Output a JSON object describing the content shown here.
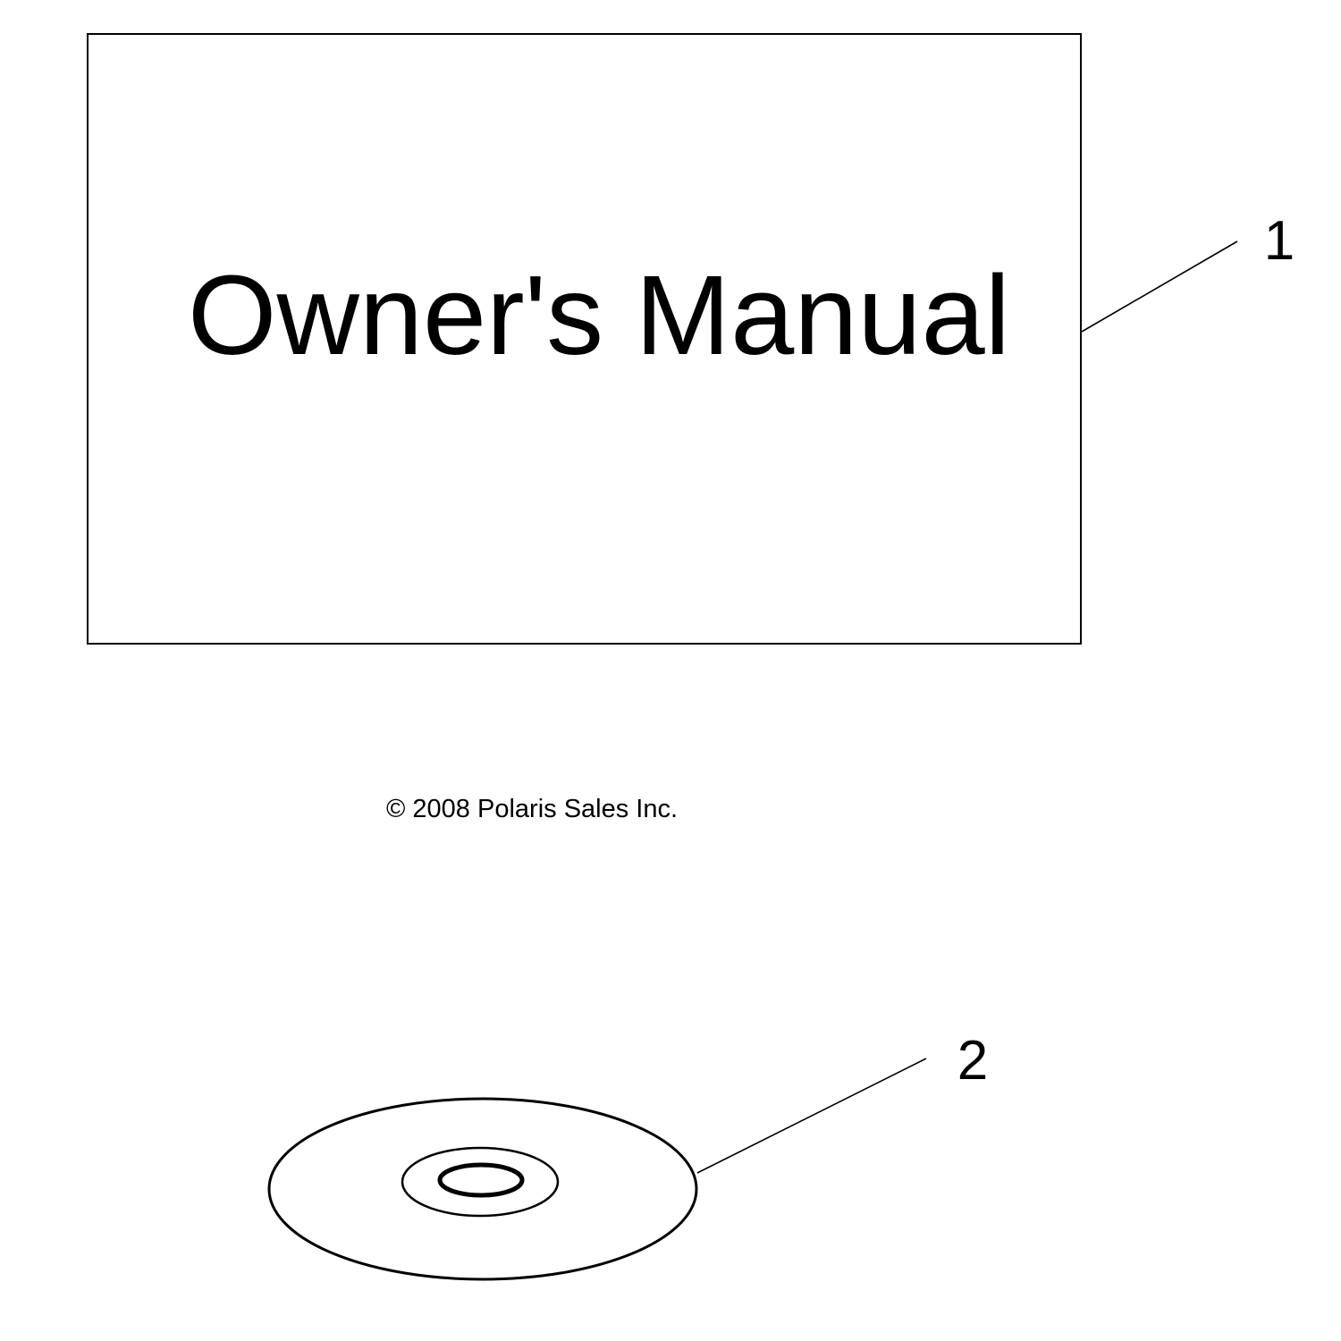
{
  "manual": {
    "title": "Owner's Manual"
  },
  "callouts": [
    {
      "label": "1",
      "part": "owners-manual"
    },
    {
      "label": "2",
      "part": "disc"
    }
  ],
  "copyright": "© 2008 Polaris Sales Inc.",
  "colors": {
    "line": "#000000",
    "background": "#ffffff"
  }
}
